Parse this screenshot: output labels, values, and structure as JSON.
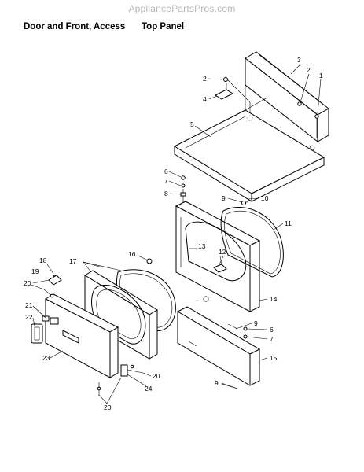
{
  "watermark": "AppliancePartsPros.com",
  "headings": [
    "Door and Front, Access",
    "Top Panel"
  ],
  "callouts": [
    "1",
    "2",
    "2",
    "3",
    "4",
    "5",
    "6",
    "7",
    "8",
    "9",
    "10",
    "11",
    "12",
    "13",
    "14",
    "9",
    "6",
    "7",
    "15",
    "9",
    "16",
    "17",
    "18",
    "19",
    "20",
    "21",
    "22",
    "23",
    "20",
    "24",
    "20"
  ]
}
